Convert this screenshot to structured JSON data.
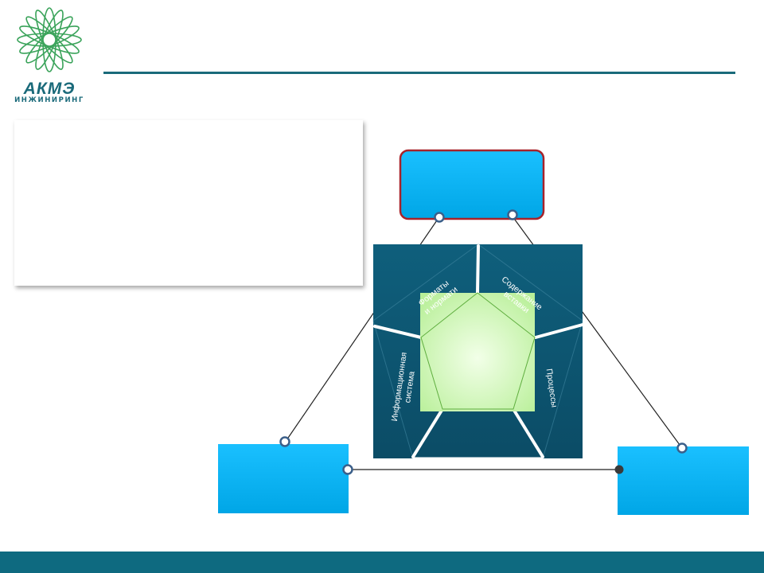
{
  "logo": {
    "icon": "green-flower-icon",
    "name": "АКМЭ",
    "subtitle": "ИНЖИНИРИНГ"
  },
  "diagram": {
    "segment_labels": {
      "formats": [
        "Форматы",
        "и нормати"
      ],
      "content": [
        "Содержание",
        "вставки"
      ],
      "processes": "Процессы",
      "info_system": [
        "Информационная",
        "система"
      ]
    }
  },
  "colors": {
    "brand": "#1a6a7a",
    "box_blue": "#00b0f0",
    "box_border_red": "#a8232a",
    "pentagon_dark": "#0e5a78",
    "pentagon_green": "#c8f5b0",
    "footer": "#0e6a80"
  }
}
